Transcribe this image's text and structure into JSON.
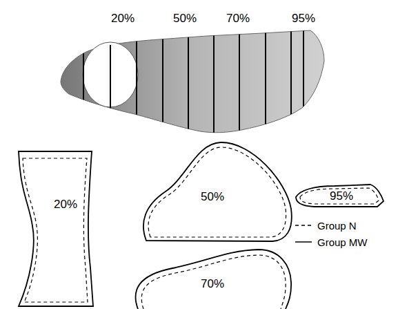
{
  "diagram": {
    "nodes": [
      {
        "text": [
          "20%"
        ]
      },
      {
        "text": [
          "50%"
        ]
      },
      {
        "text": [
          "95%"
        ]
      },
      {
        "text": [
          "70%"
        ]
      }
    ],
    "labels": [
      "20%",
      "50%",
      "70%",
      "95%"
    ],
    "legend": [
      {
        "text": "Group N"
      },
      {
        "text": "Group MW"
      }
    ]
  }
}
